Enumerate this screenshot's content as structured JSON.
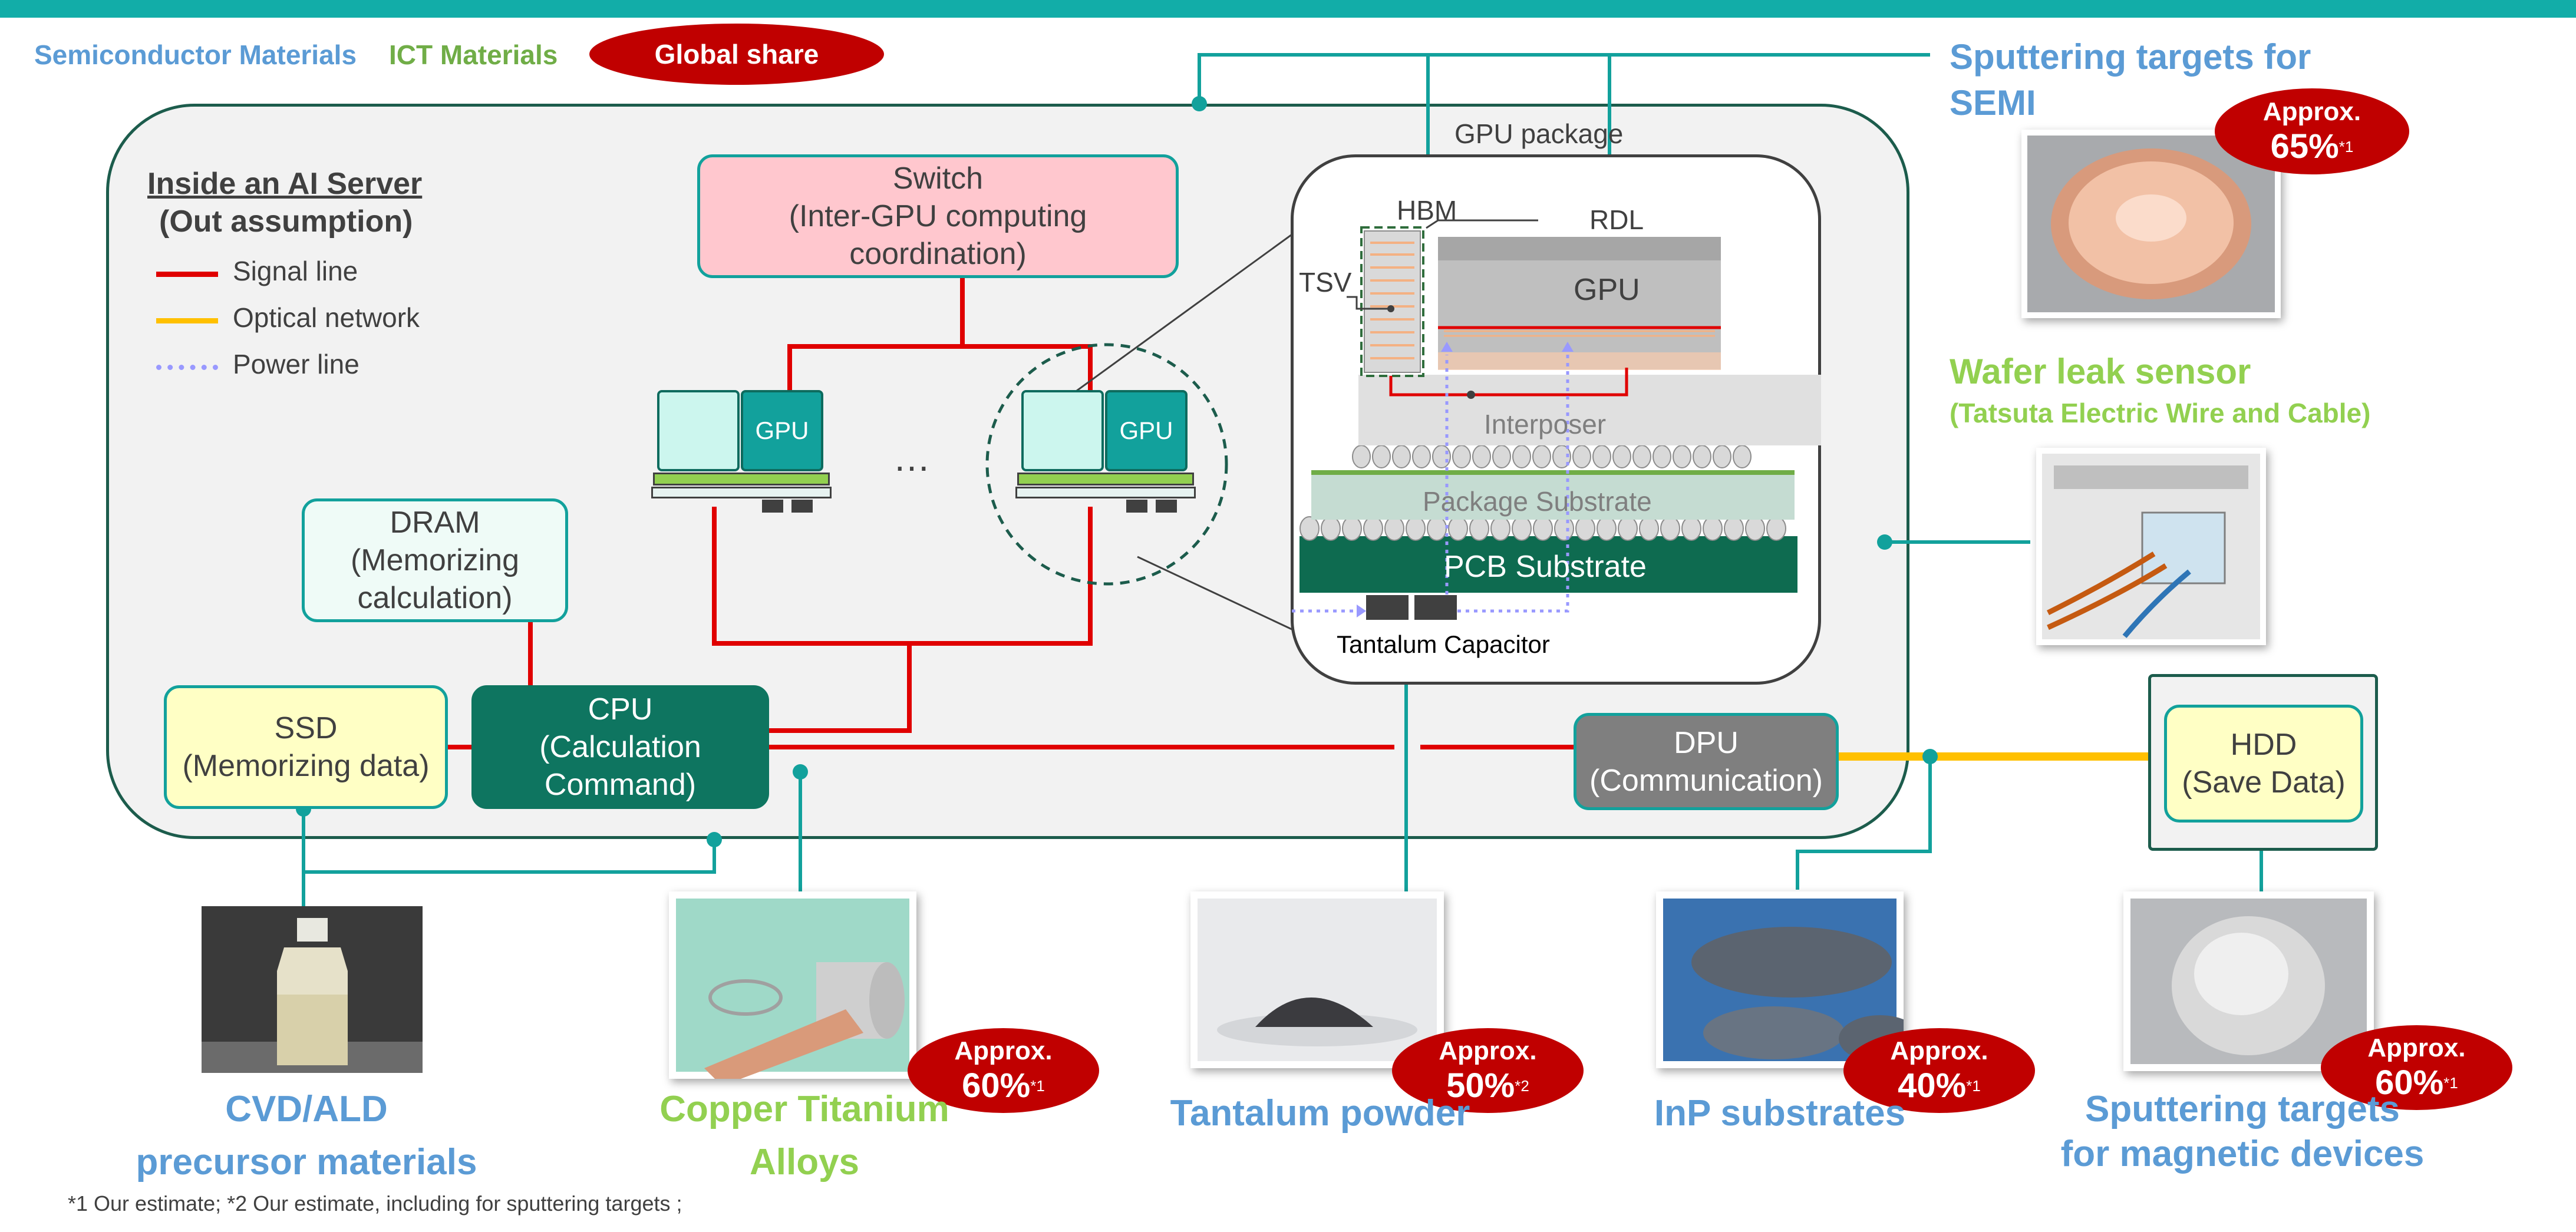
{
  "legend": {
    "semiconductor_materials": "Semiconductor Materials",
    "ict_materials": "ICT Materials",
    "global_share": "Global share"
  },
  "server": {
    "title": "Inside an AI Server",
    "subtitle": "(Out assumption)",
    "legend_items": [
      {
        "label": "Signal line",
        "color": "#e00000",
        "style": "solid"
      },
      {
        "label": "Optical network",
        "color": "#ffc000",
        "style": "solid"
      },
      {
        "label": "Power line",
        "color": "#9999ff",
        "style": "dotted"
      }
    ],
    "switch_lines": [
      "Switch",
      "(Inter-GPU computing",
      "coordination)"
    ],
    "gpu_label": "GPU",
    "ellipsis": "…",
    "dram_lines": [
      "DRAM",
      "(Memorizing",
      "calculation)"
    ],
    "ssd_lines": [
      "SSD",
      "(Memorizing data)"
    ],
    "cpu_lines": [
      "CPU",
      "(Calculation",
      "Command)"
    ],
    "dpu_lines": [
      "DPU",
      "(Communication)"
    ],
    "hdd_lines": [
      "HDD",
      "(Save Data)"
    ]
  },
  "gpu_package": {
    "title": "GPU package",
    "hbm": "HBM",
    "rdl": "RDL",
    "tsv": "TSV",
    "gpu": "GPU",
    "interposer": "Interposer",
    "package_substrate": "Package Substrate",
    "pcb_substrate": "PCB Substrate",
    "tantalum_capacitor": "Tantalum Capacitor"
  },
  "materials": {
    "sputtering_semi": {
      "title_lines": [
        "Sputtering targets for",
        "SEMI"
      ],
      "approx": "Approx.",
      "share": "65%",
      "note": "*1",
      "category": "semiconductor"
    },
    "wafer_leak_sensor": {
      "title": "Wafer leak sensor",
      "subtitle": "(Tatsuta Electric Wire and Cable)",
      "category": "ict"
    },
    "cvd_ald": {
      "title_lines": [
        "CVD/ALD",
        "precursor materials"
      ],
      "category": "semiconductor"
    },
    "copper_titanium": {
      "title_lines": [
        "Copper Titanium",
        "Alloys"
      ],
      "approx": "Approx.",
      "share": "60%",
      "note": "*1",
      "category": "ict"
    },
    "tantalum_powder": {
      "title": "Tantalum powder",
      "approx": "Approx.",
      "share": "50%",
      "note": "*2",
      "category": "semiconductor"
    },
    "inp_substrates": {
      "title": "InP substrates",
      "approx": "Approx.",
      "share": "40%",
      "note": "*1",
      "category": "semiconductor"
    },
    "sputtering_magnetic": {
      "title_lines": [
        "Sputtering targets",
        "for magnetic devices"
      ],
      "approx": "Approx.",
      "share": "60%",
      "note": "*1",
      "category": "semiconductor"
    }
  },
  "footnote": "*1 Our estimate; *2 Our estimate, including for sputtering targets ;",
  "colors": {
    "teal_bar": "#12ada8",
    "semiconductor_blue": "#5b9bd5",
    "ict_green": "#92d050",
    "share_red": "#c00000",
    "connector_teal": "#12a19c",
    "cpu_green": "#0e7560"
  }
}
